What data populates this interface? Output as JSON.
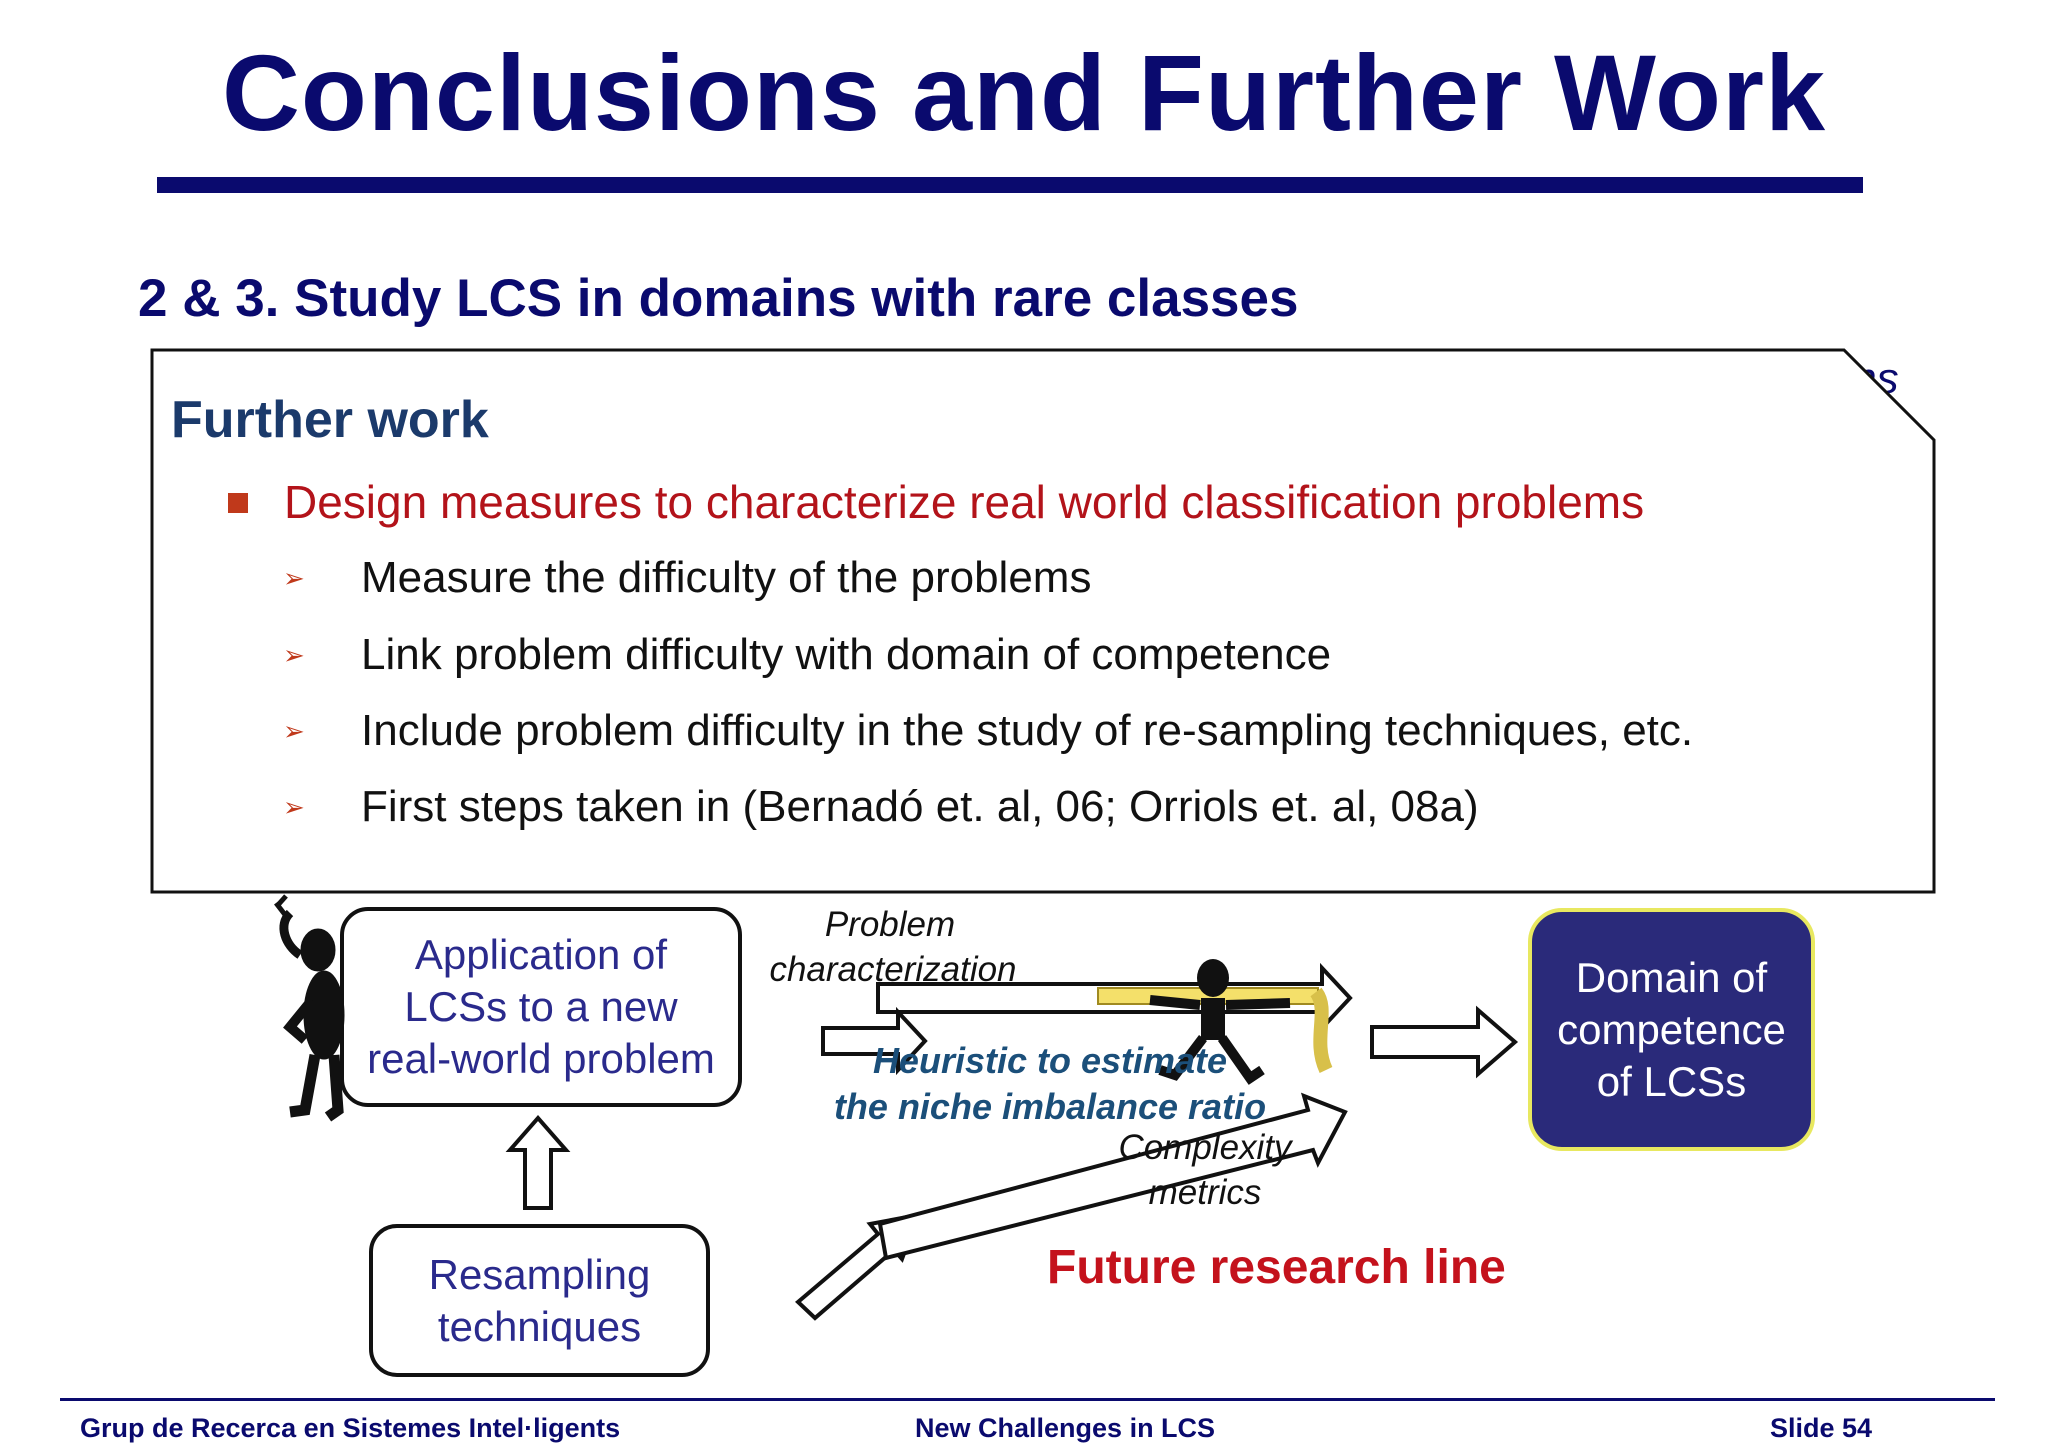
{
  "slide": {
    "title": "Conclusions and Further Work",
    "section_heading": "2 & 3. Study LCS in domains with rare classes",
    "ghost_fragment": "ms"
  },
  "callout": {
    "heading": "Further work",
    "main_bullet": "Design measures to characterize real world classification problems",
    "sub_bullet_marker": "➢",
    "sub_bullets": [
      "Measure the difficulty of the problems",
      "Link problem difficulty with domain of competence",
      "Include problem difficulty in the study of re-sampling techniques, etc.",
      "First steps taken in (Bernadó et. al, 06; Orriols et. al, 08a)"
    ]
  },
  "diagram": {
    "application_box": [
      "Application of",
      "LCSs to a new",
      "real-world problem"
    ],
    "resampling_box": [
      "Resampling",
      "techniques"
    ],
    "domain_box": [
      "Domain of",
      "competence",
      "of LCSs"
    ],
    "problem_label": [
      "Problem",
      "characterization"
    ],
    "heuristic_label": [
      "Heuristic to estimate",
      "the niche imbalance ratio"
    ],
    "complexity_label": [
      "Complexity",
      "metrics"
    ],
    "future_line": "Future research line"
  },
  "footer": {
    "left": "Grup de Recerca en Sistemes Intel·ligents",
    "center": "New Challenges in LCS",
    "right": "Slide 54"
  },
  "colors": {
    "title": "#0a0a6e",
    "callout_heading": "#1b3a6b",
    "main_bullet": "#b3131a",
    "domain_box_fill": "#2a2a7a",
    "future_line": "#c4121c"
  },
  "icons": [
    "thinking-person-icon",
    "measuring-person-icon",
    "square-bullet-icon",
    "arrow-bullet-icon"
  ]
}
